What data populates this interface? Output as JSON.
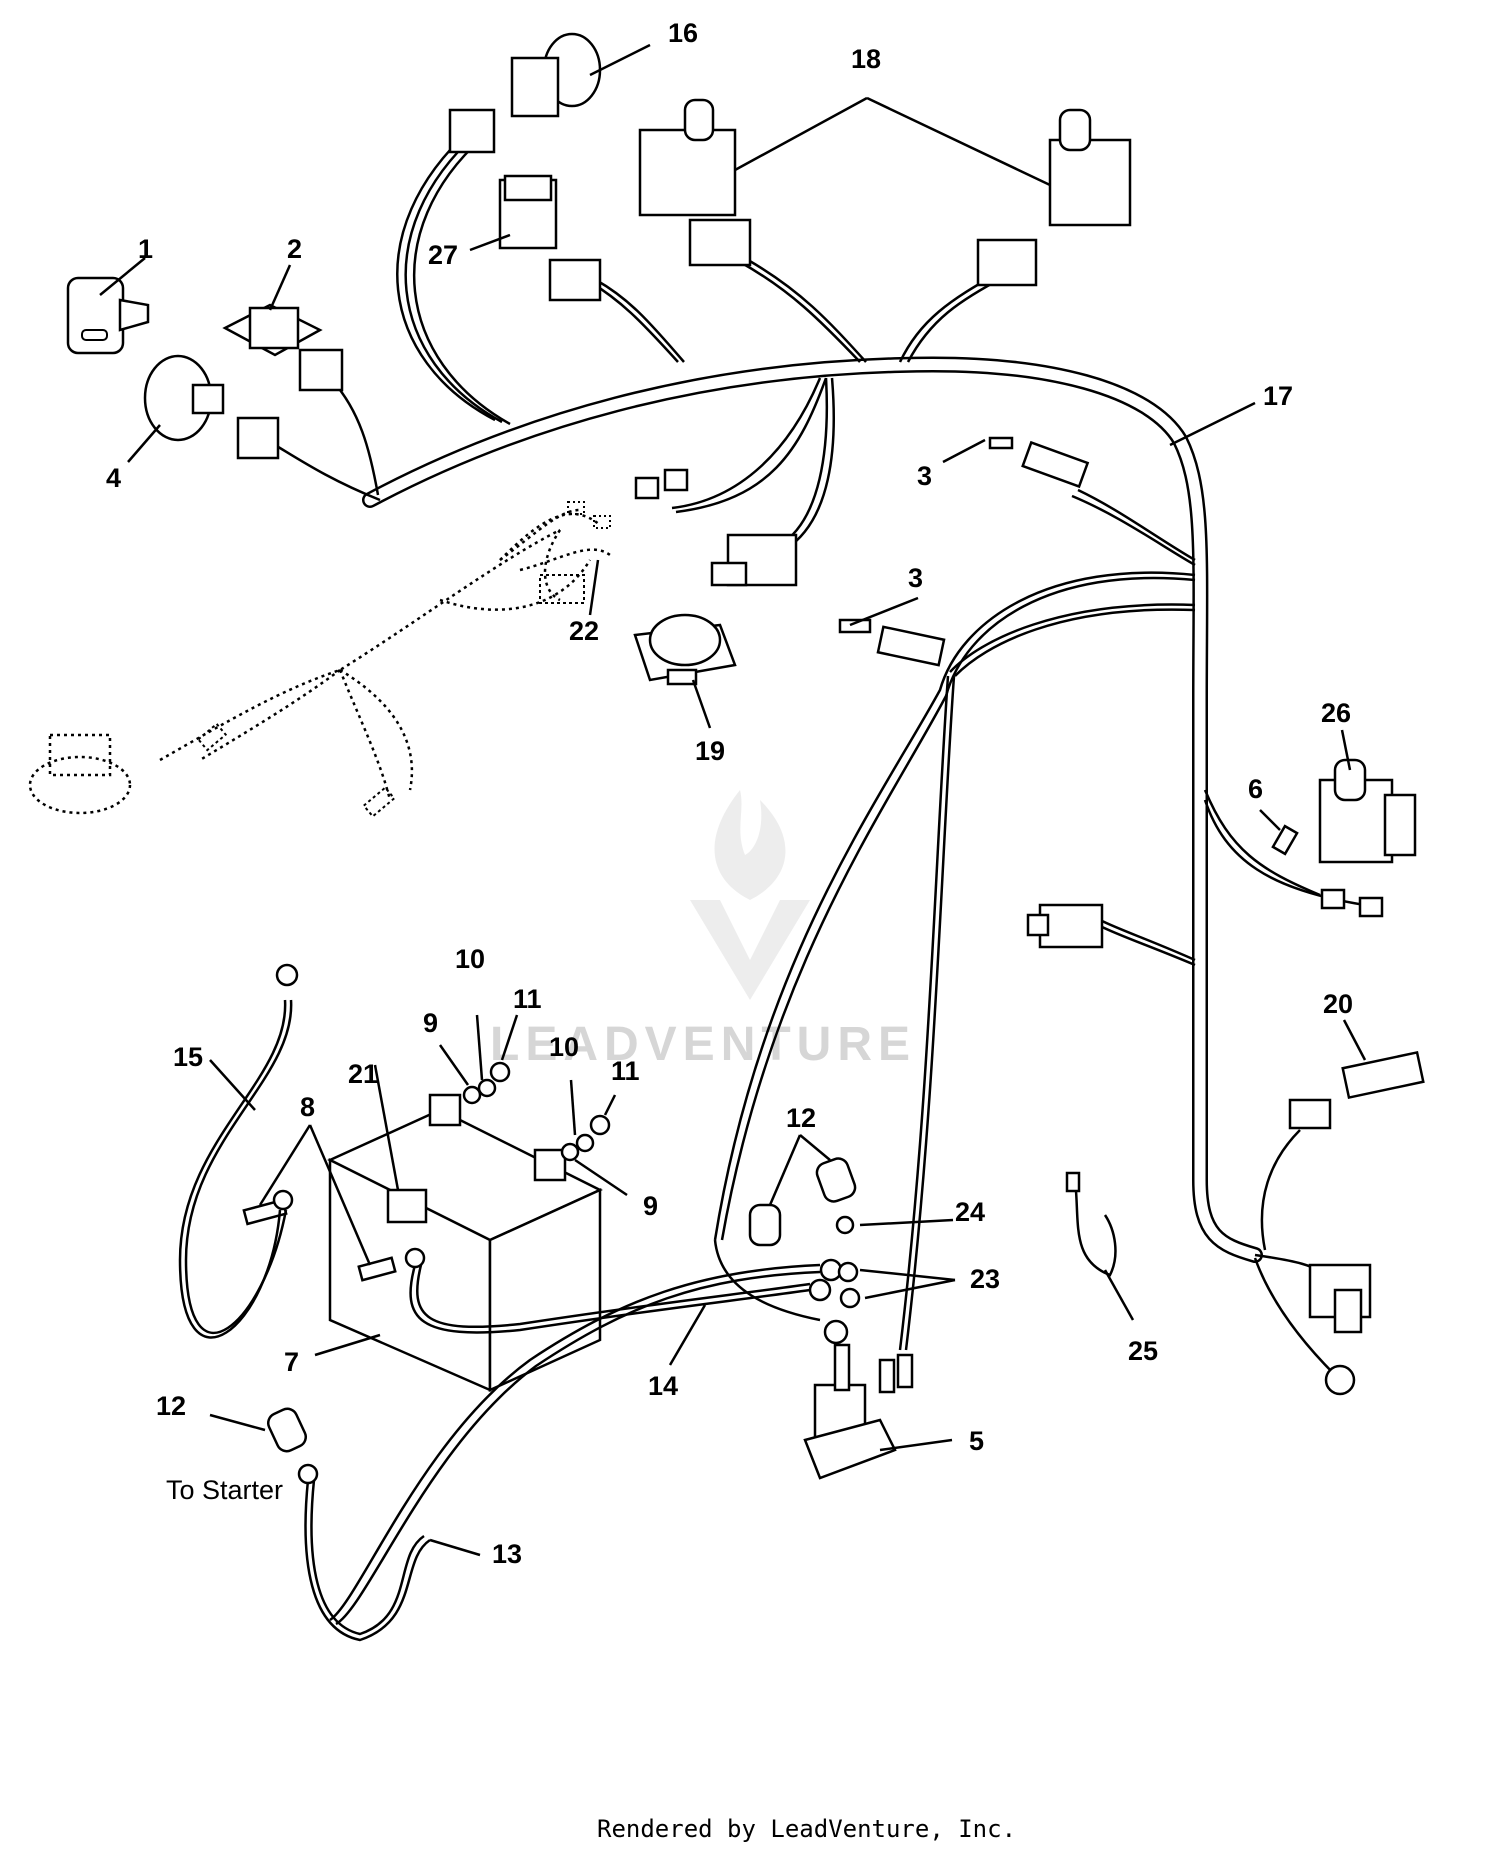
{
  "callouts": {
    "c1": "1",
    "c2": "2",
    "c3a": "3",
    "c3b": "3",
    "c4": "4",
    "c5": "5",
    "c6": "6",
    "c7": "7",
    "c8": "8",
    "c9a": "9",
    "c9b": "9",
    "c10a": "10",
    "c10b": "10",
    "c11a": "11",
    "c11b": "11",
    "c12a": "12",
    "c12b": "12",
    "c13": "13",
    "c14": "14",
    "c15": "15",
    "c16": "16",
    "c17": "17",
    "c18": "18",
    "c19": "19",
    "c20": "20",
    "c21": "21",
    "c22": "22",
    "c23": "23",
    "c24": "24",
    "c25": "25",
    "c26": "26",
    "c27": "27"
  },
  "notes": {
    "to_starter": "To Starter"
  },
  "watermark": "LEADVENTURE",
  "footer": "Rendered by LeadVenture, Inc."
}
